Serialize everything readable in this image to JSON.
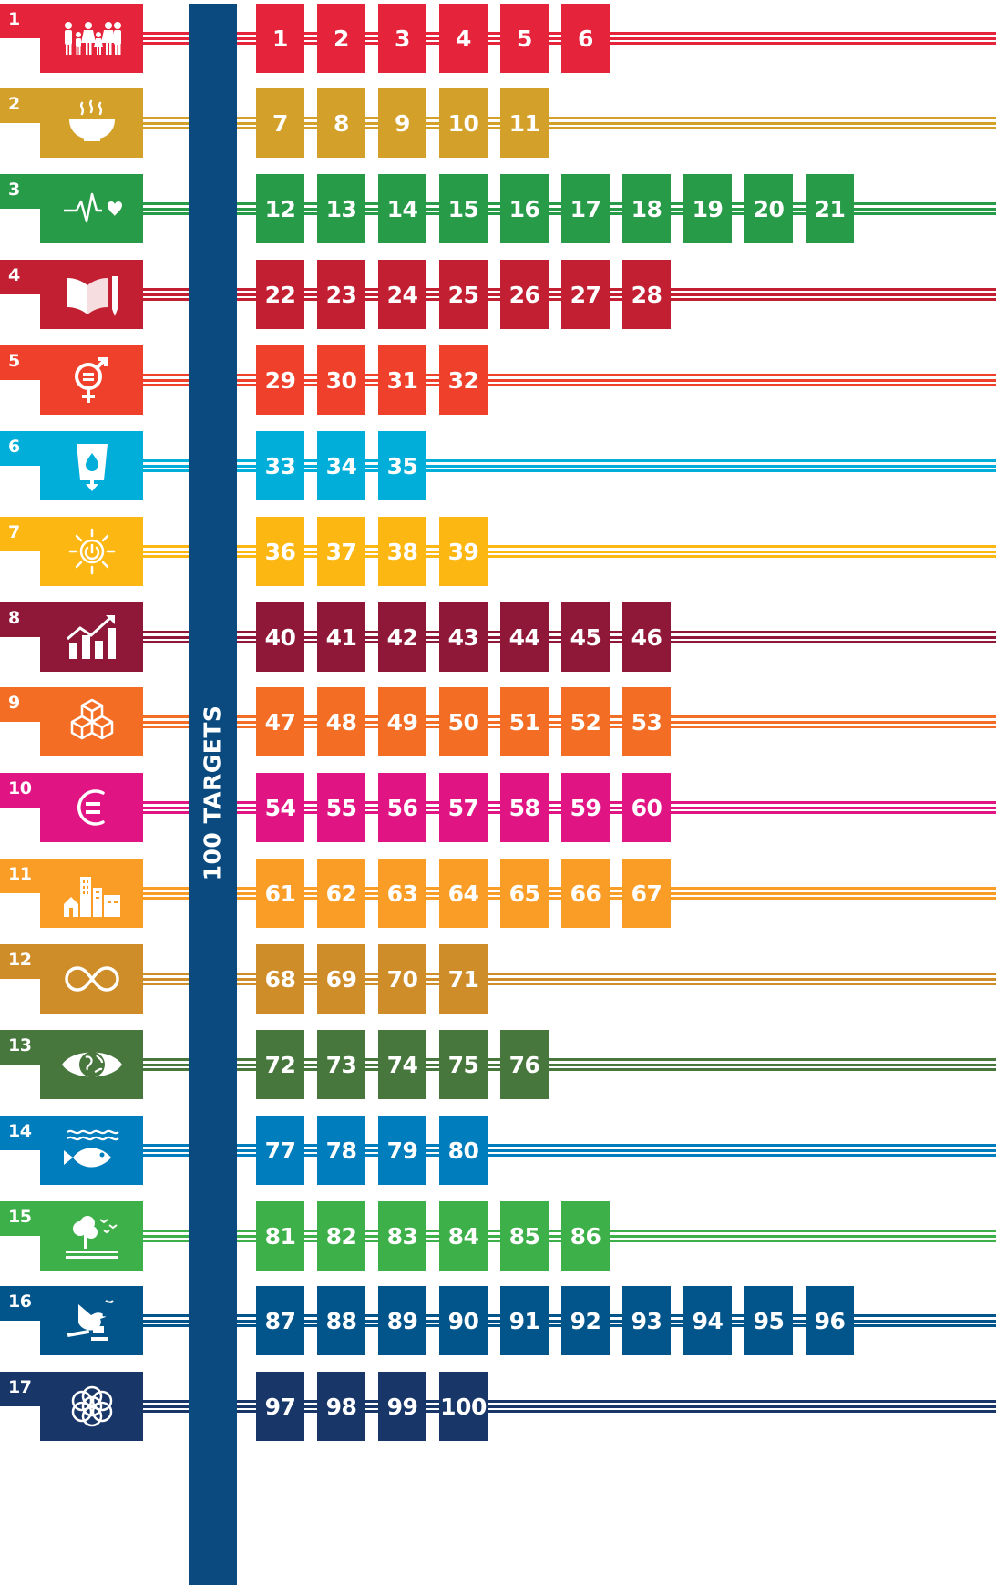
{
  "spine_label": "100 TARGETS",
  "goals": [
    {
      "number": "1",
      "color": "#e5243b",
      "icon": "family-icon",
      "targets": [
        "1",
        "2",
        "3",
        "4",
        "5",
        "6"
      ]
    },
    {
      "number": "2",
      "color": "#d3a029",
      "icon": "food-bowl-icon",
      "targets": [
        "7",
        "8",
        "9",
        "10",
        "11"
      ]
    },
    {
      "number": "3",
      "color": "#279b48",
      "icon": "heartbeat-icon",
      "targets": [
        "12",
        "13",
        "14",
        "15",
        "16",
        "17",
        "18",
        "19",
        "20",
        "21"
      ]
    },
    {
      "number": "4",
      "color": "#c31f33",
      "icon": "book-pencil-icon",
      "targets": [
        "22",
        "23",
        "24",
        "25",
        "26",
        "27",
        "28"
      ]
    },
    {
      "number": "5",
      "color": "#ef402b",
      "icon": "gender-symbol-icon",
      "targets": [
        "29",
        "30",
        "31",
        "32"
      ]
    },
    {
      "number": "6",
      "color": "#00aed9",
      "icon": "water-glass-icon",
      "targets": [
        "33",
        "34",
        "35"
      ]
    },
    {
      "number": "7",
      "color": "#fdb713",
      "icon": "sun-power-icon",
      "targets": [
        "36",
        "37",
        "38",
        "39"
      ]
    },
    {
      "number": "8",
      "color": "#8f1838",
      "icon": "growth-chart-icon",
      "targets": [
        "40",
        "41",
        "42",
        "43",
        "44",
        "45",
        "46"
      ]
    },
    {
      "number": "9",
      "color": "#f36d25",
      "icon": "cubes-icon",
      "targets": [
        "47",
        "48",
        "49",
        "50",
        "51",
        "52",
        "53"
      ]
    },
    {
      "number": "10",
      "color": "#e11484",
      "icon": "equality-icon",
      "targets": [
        "54",
        "55",
        "56",
        "57",
        "58",
        "59",
        "60"
      ]
    },
    {
      "number": "11",
      "color": "#f99d26",
      "icon": "city-buildings-icon",
      "targets": [
        "61",
        "62",
        "63",
        "64",
        "65",
        "66",
        "67"
      ]
    },
    {
      "number": "12",
      "color": "#cf8d2a",
      "icon": "infinity-icon",
      "targets": [
        "68",
        "69",
        "70",
        "71"
      ]
    },
    {
      "number": "13",
      "color": "#48773e",
      "icon": "eye-globe-icon",
      "targets": [
        "72",
        "73",
        "74",
        "75",
        "76"
      ]
    },
    {
      "number": "14",
      "color": "#007dbc",
      "icon": "fish-waves-icon",
      "targets": [
        "77",
        "78",
        "79",
        "80"
      ]
    },
    {
      "number": "15",
      "color": "#3eb049",
      "icon": "tree-birds-icon",
      "targets": [
        "81",
        "82",
        "83",
        "84",
        "85",
        "86"
      ]
    },
    {
      "number": "16",
      "color": "#02558b",
      "icon": "dove-gavel-icon",
      "targets": [
        "87",
        "88",
        "89",
        "90",
        "91",
        "92",
        "93",
        "94",
        "95",
        "96"
      ]
    },
    {
      "number": "17",
      "color": "#183668",
      "icon": "flower-rings-icon",
      "targets": [
        "97",
        "98",
        "99",
        "100"
      ]
    }
  ]
}
